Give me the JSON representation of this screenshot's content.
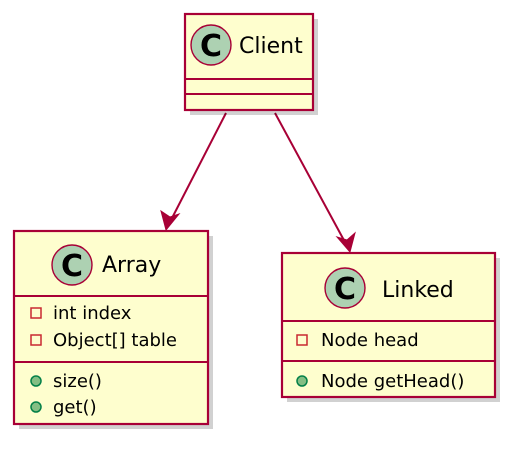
{
  "colors": {
    "box_fill": "#FEFECE",
    "box_border": "#A80036",
    "badge_fill": "#ADD1B2",
    "private_marker": "#C82930",
    "public_marker_fill": "#84BE84",
    "public_marker_border": "#038048"
  },
  "classes": {
    "client": {
      "badge": "C",
      "name": "Client",
      "fields": [],
      "methods": []
    },
    "array": {
      "badge": "C",
      "name": "Array",
      "fields": [
        {
          "visibility": "private",
          "text": "int index"
        },
        {
          "visibility": "private",
          "text": "Object[] table"
        }
      ],
      "methods": [
        {
          "visibility": "public",
          "text": "size()"
        },
        {
          "visibility": "public",
          "text": "get()"
        }
      ]
    },
    "linked": {
      "badge": "C",
      "name": "Linked",
      "fields": [
        {
          "visibility": "private",
          "text": "Node head"
        }
      ],
      "methods": [
        {
          "visibility": "public",
          "text": "Node getHead()"
        }
      ]
    }
  },
  "relations": [
    {
      "from": "Client",
      "to": "Array",
      "type": "association"
    },
    {
      "from": "Client",
      "to": "Linked",
      "type": "association"
    }
  ]
}
